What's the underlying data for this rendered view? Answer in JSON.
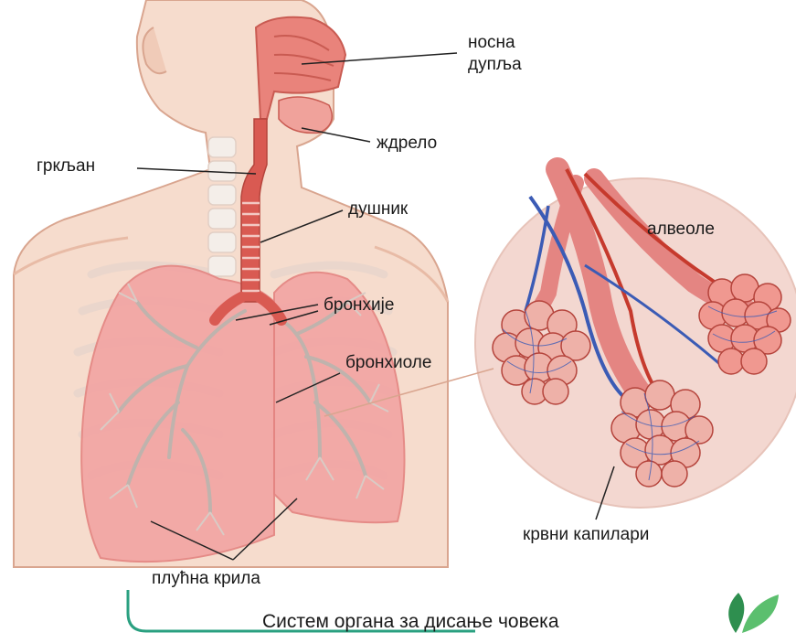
{
  "diagram": {
    "labels": {
      "nasal_cavity_line1": "носна",
      "nasal_cavity_line2": "дупља",
      "pharynx": "ждрело",
      "larynx": "гркљан",
      "trachea": "душник",
      "bronchi": "бронхије",
      "bronchioles": "бронхиоле",
      "alveoli": "алвеоле",
      "capillaries": "крвни капилари",
      "lungs": "плућна крила"
    },
    "caption": "Систем органа за дисање човека"
  },
  "colors": {
    "skin": "#f6dccd",
    "skin_outline": "#d9a58f",
    "lung": "#f2a5a3",
    "lung_dark": "#e48582",
    "airway": "#d95a52",
    "bronchial_tree": "#bfb3ad",
    "bone": "#f4eee9",
    "inset_bg": "#f3d7d0",
    "artery": "#c63a2d",
    "vein": "#3b5bb5",
    "leader": "#222222",
    "brand_green": "#3aa35a"
  }
}
